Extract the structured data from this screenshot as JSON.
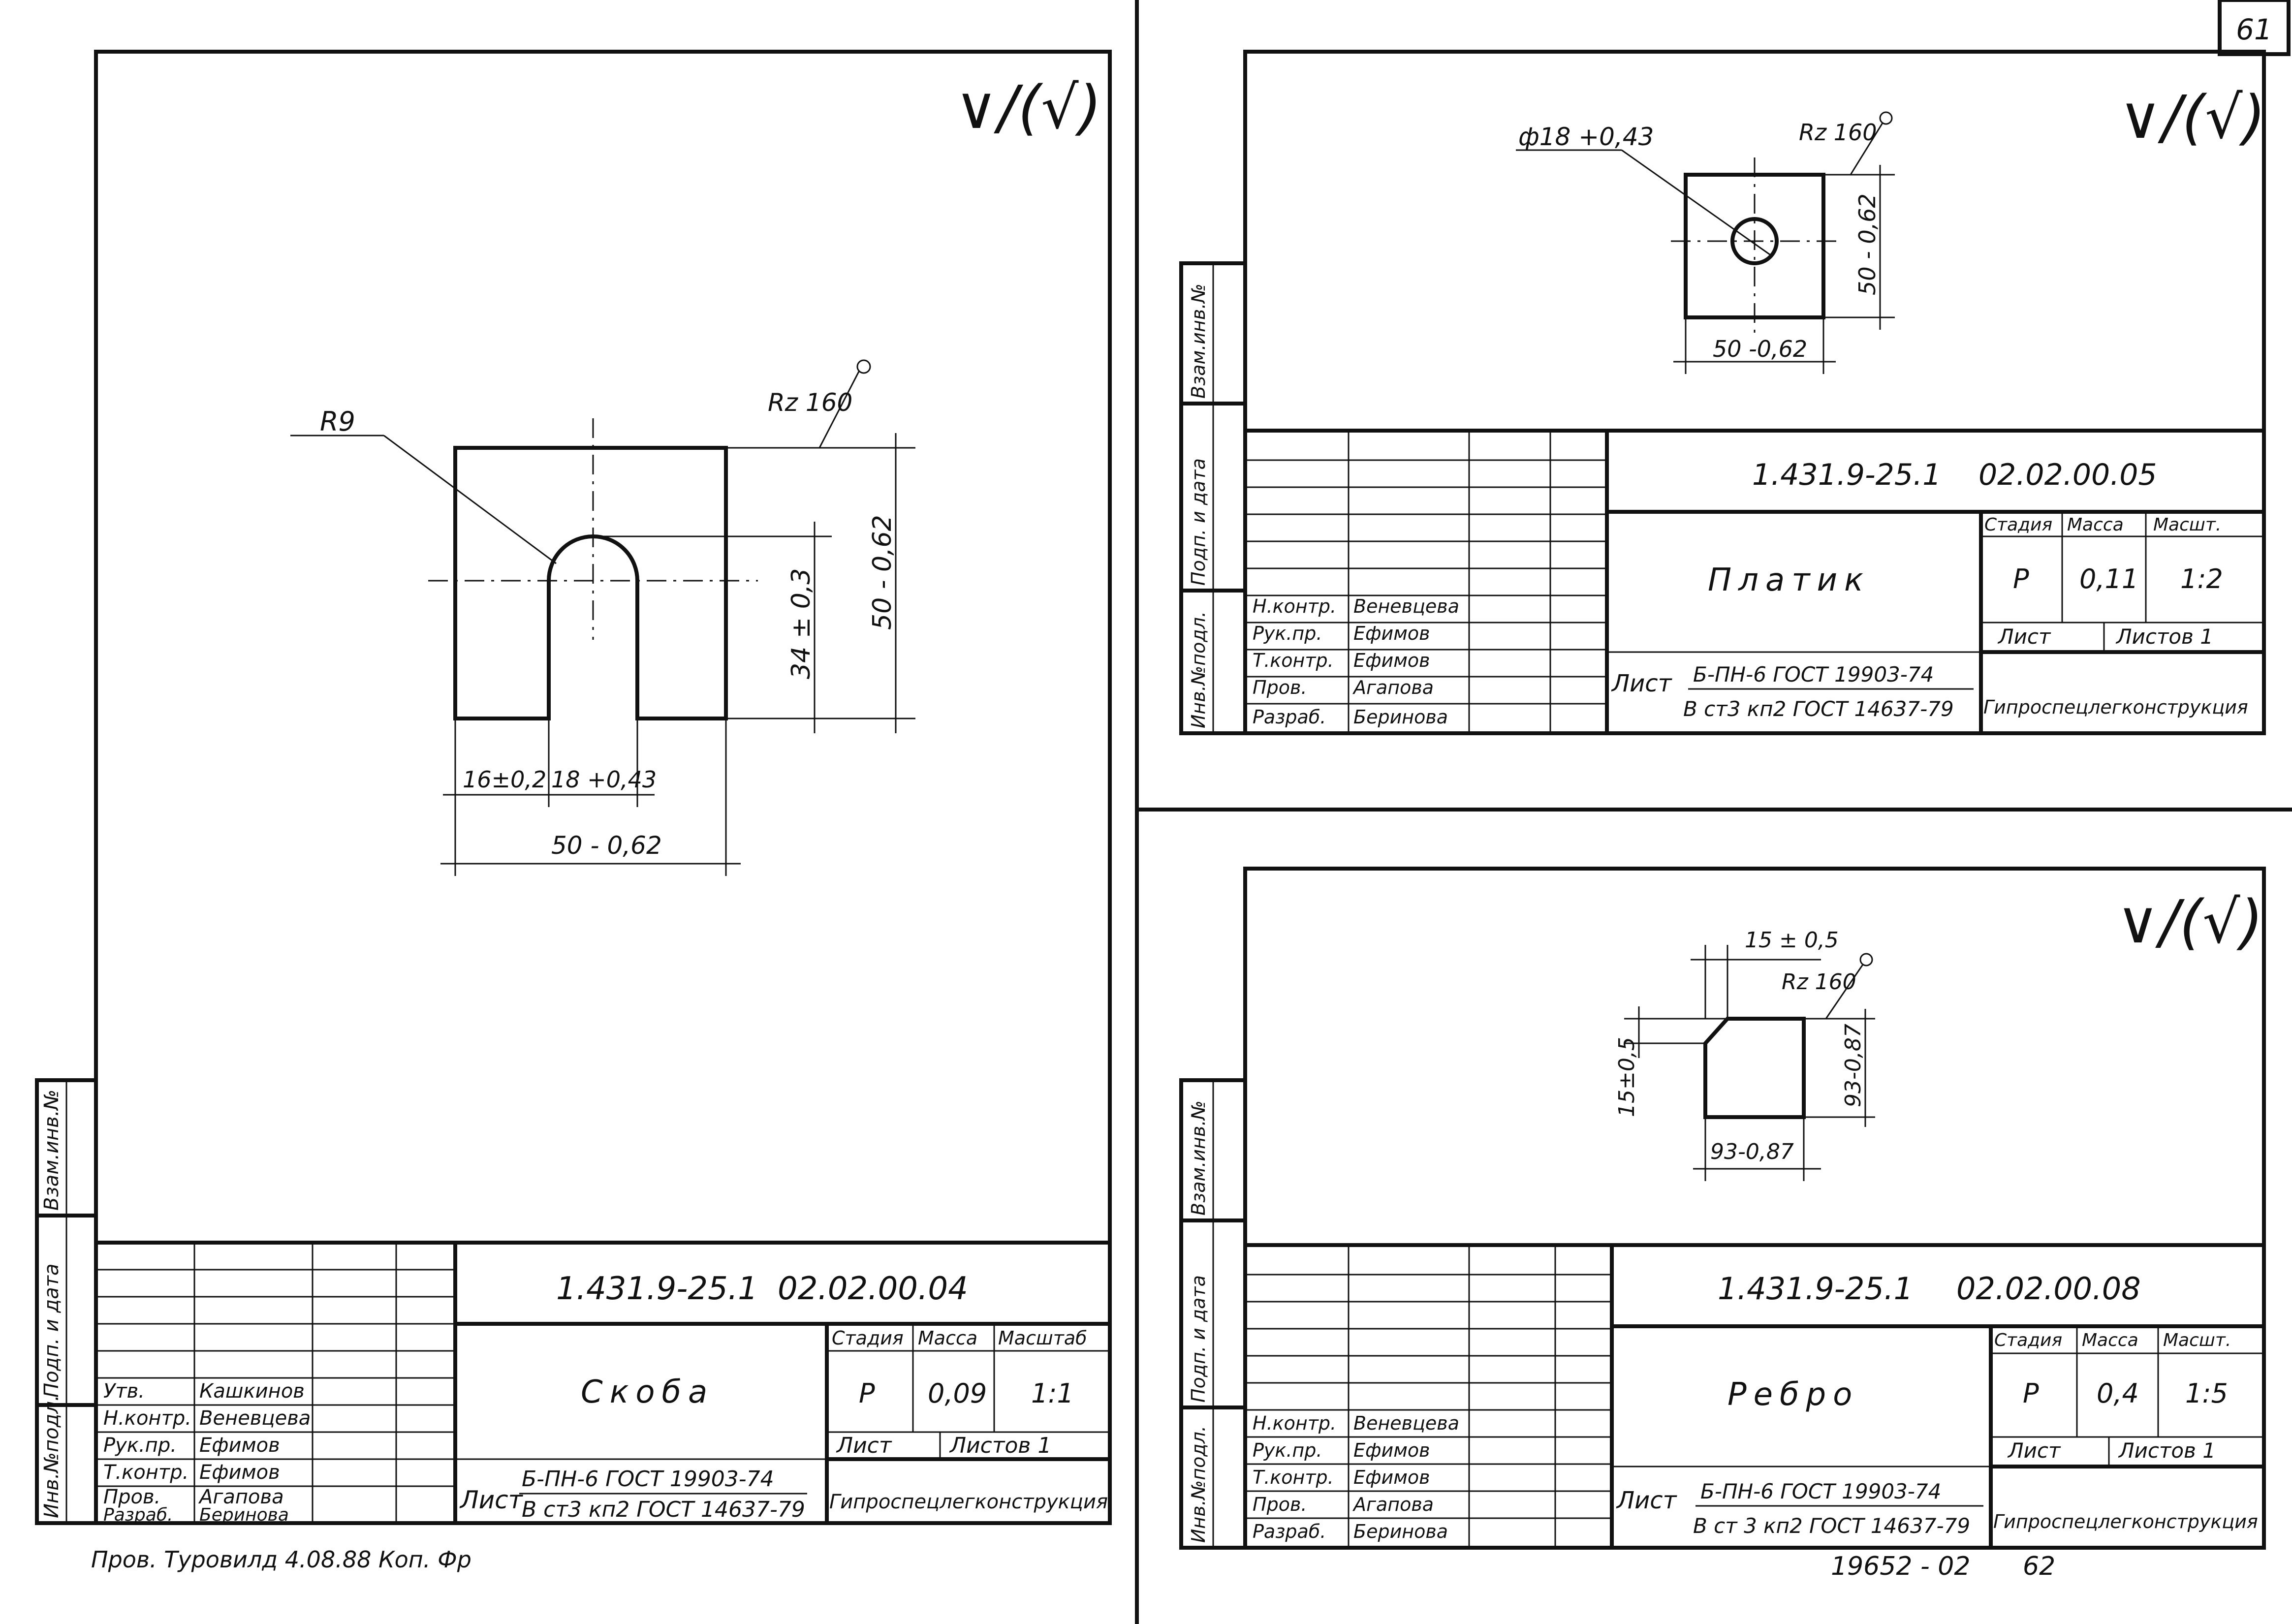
{
  "page": {
    "sheet_number": "61",
    "bottom_code": "19652 - 02",
    "bottom_page": "62"
  },
  "common": {
    "roughness_symbol": "∨/(√)",
    "roughness_rz": "Rz 160",
    "material_prefix": "Лист",
    "stage_header": "Стадия",
    "mass_header": "Масса",
    "sheet_label": "Лист",
    "organization": "Гипроспецлегконструкция",
    "side_labels": [
      "Инв.№подл.",
      "Подп. и дата",
      "Взам.инв.№"
    ]
  },
  "drawings": [
    {
      "id": "skoba",
      "doc_code": "1.431.9-25.1",
      "doc_number": "02.02.00.04",
      "name": "Скоба",
      "stage": "Р",
      "mass": "0,09",
      "scale_header": "Масштаб",
      "scale": "1:1",
      "sheets_label": "Листов 1",
      "material_top": "Б-ПН-6 ГОСТ 19903-74",
      "material_bottom": "В ст3 кп2 ГОСТ 14637-79",
      "dims": {
        "radius": "R9",
        "slot_width": "18 +0,43",
        "side_width": "16±0,2",
        "width": "50 - 0,62",
        "height": "50 - 0,62",
        "slot_depth": "34 ± 0,3"
      },
      "signatures": [
        {
          "role": "Утв.",
          "name": "Кашкинов"
        },
        {
          "role": "Н.контр.",
          "name": "Веневцева"
        },
        {
          "role": "Рук.пр.",
          "name": "Ефимов"
        },
        {
          "role": "Т.контр.",
          "name": "Ефимов"
        },
        {
          "role": "Пров.",
          "name": "Агапова"
        },
        {
          "role": "Разраб.",
          "name": "Беринова"
        }
      ],
      "footnote": "Пров. Туровилд 4.08.88 Коп. Фр"
    },
    {
      "id": "platik",
      "doc_code": "1.431.9-25.1",
      "doc_number": "02.02.00.05",
      "name": "Платик",
      "stage": "Р",
      "mass": "0,11",
      "scale_header": "Масшт.",
      "scale": "1:2",
      "sheets_label": "Листов 1",
      "material_top": "Б-ПН-6 ГОСТ 19903-74",
      "material_bottom": "В ст3 кп2 ГОСТ 14637-79",
      "dims": {
        "hole": "ф18 +0,43",
        "width": "50 -0,62",
        "height": "50 - 0,62"
      },
      "signatures": [
        {
          "role": "Н.контр.",
          "name": "Веневцева"
        },
        {
          "role": "Рук.пр.",
          "name": "Ефимов"
        },
        {
          "role": "Т.контр.",
          "name": "Ефимов"
        },
        {
          "role": "Пров.",
          "name": "Агапова"
        },
        {
          "role": "Разраб.",
          "name": "Беринова"
        }
      ]
    },
    {
      "id": "rebro",
      "doc_code": "1.431.9-25.1",
      "doc_number": "02.02.00.08",
      "name": "Ребро",
      "stage": "Р",
      "mass": "0,4",
      "scale_header": "Масшт.",
      "scale": "1:5",
      "sheets_label": "Листов 1",
      "material_top": "Б-ПН-6 ГОСТ 19903-74",
      "material_bottom": "В ст 3 кп2 ГОСТ 14637-79",
      "dims": {
        "chamfer_top": "15 ± 0,5",
        "chamfer_side": "15±0,5",
        "width": "93-0,87",
        "height": "93-0,87"
      },
      "signatures": [
        {
          "role": "Н.контр.",
          "name": "Веневцева"
        },
        {
          "role": "Рук.пр.",
          "name": "Ефимов"
        },
        {
          "role": "Т.контр.",
          "name": "Ефимов"
        },
        {
          "role": "Пров.",
          "name": "Агапова"
        },
        {
          "role": "Разраб.",
          "name": "Беринова"
        }
      ]
    }
  ]
}
